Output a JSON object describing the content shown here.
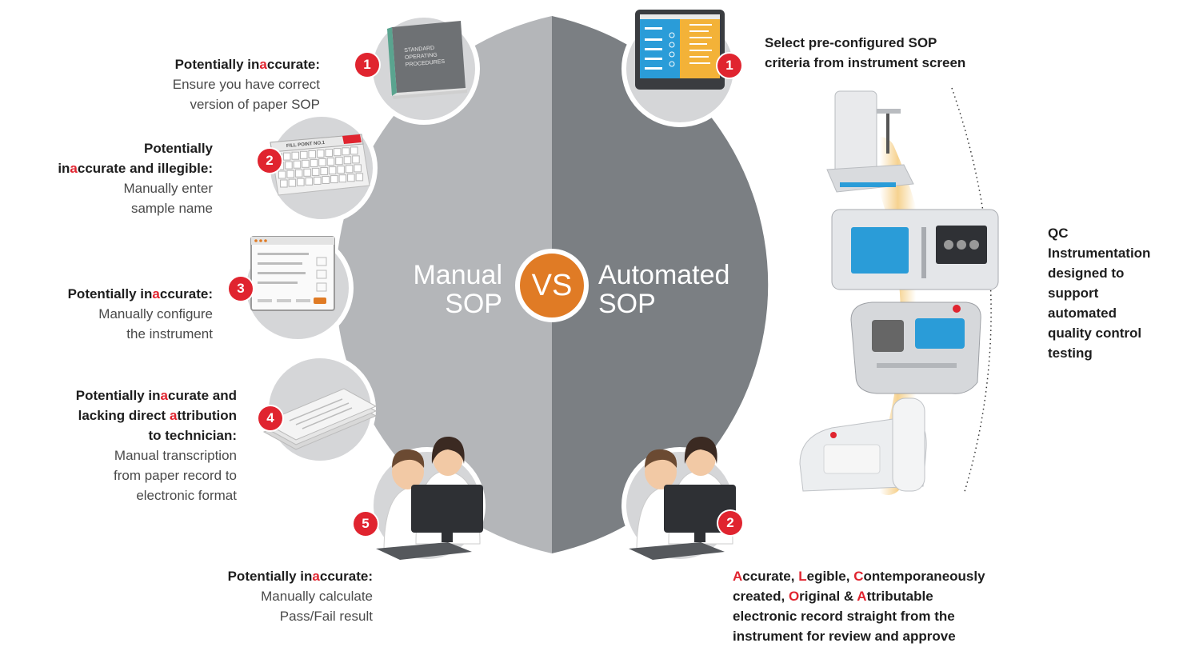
{
  "center": {
    "left_title": [
      "Manual",
      "SOP"
    ],
    "vs": "VS",
    "right_title": [
      "Automated",
      "SOP"
    ]
  },
  "manual_steps": [
    {
      "num": "1",
      "heading_parts": [
        "Potentially in",
        "a",
        "ccurate:"
      ],
      "body_lines": [
        "Ensure you have correct",
        "version of paper SOP"
      ]
    },
    {
      "num": "2",
      "heading_lines": [
        [
          "Potentially"
        ],
        [
          "in",
          "a",
          "ccurate and illegible:"
        ]
      ],
      "body_lines": [
        "Manually enter",
        "sample name"
      ]
    },
    {
      "num": "3",
      "heading_parts": [
        "Potentially in",
        "a",
        "ccurate:"
      ],
      "body_lines": [
        "Manually configure",
        "the instrument"
      ]
    },
    {
      "num": "4",
      "heading_lines": [
        [
          "Potentially in",
          "a",
          "curate and"
        ],
        [
          "lacking direct ",
          "a",
          "ttribution"
        ],
        [
          "to technician:"
        ]
      ],
      "body_lines": [
        "Manual transcription",
        "from paper record to",
        "electronic format"
      ]
    },
    {
      "num": "5",
      "heading_parts": [
        "Potentially in",
        "a",
        "ccurate:"
      ],
      "body_lines": [
        "Manually calculate",
        "Pass/Fail result"
      ]
    }
  ],
  "automated_steps": [
    {
      "num": "1",
      "lines": [
        "Select pre-configured SOP",
        "criteria from instrument screen"
      ]
    },
    {
      "num": "2"
    }
  ],
  "book_label": [
    "STANDARD",
    "OPERATING",
    "PROCEDURES"
  ],
  "keyboard_label": "FILL POINT NO.1",
  "qc_lines": [
    "QC",
    "Instrumentation",
    "designed to",
    "support",
    "automated",
    "quality control",
    "testing"
  ],
  "alcoa": {
    "line1": [
      [
        "A",
        "ccurate, "
      ],
      [
        "L",
        "egible, "
      ],
      [
        "C",
        "ontemporaneously"
      ]
    ],
    "line2": [
      [
        "",
        "created, "
      ],
      [
        "O",
        "riginal & "
      ],
      [
        "A",
        "ttributable"
      ]
    ],
    "line3": "electronic record straight from the",
    "line4": "instrument for review and approve"
  },
  "colors": {
    "manual_gray": "#b4b6b9",
    "automated_gray": "#7b7f83",
    "vs_orange": "#e07b25",
    "highlight_red": "#e0242f",
    "tablet_blue": "#2a9cd8",
    "tablet_yellow": "#f3b238"
  }
}
